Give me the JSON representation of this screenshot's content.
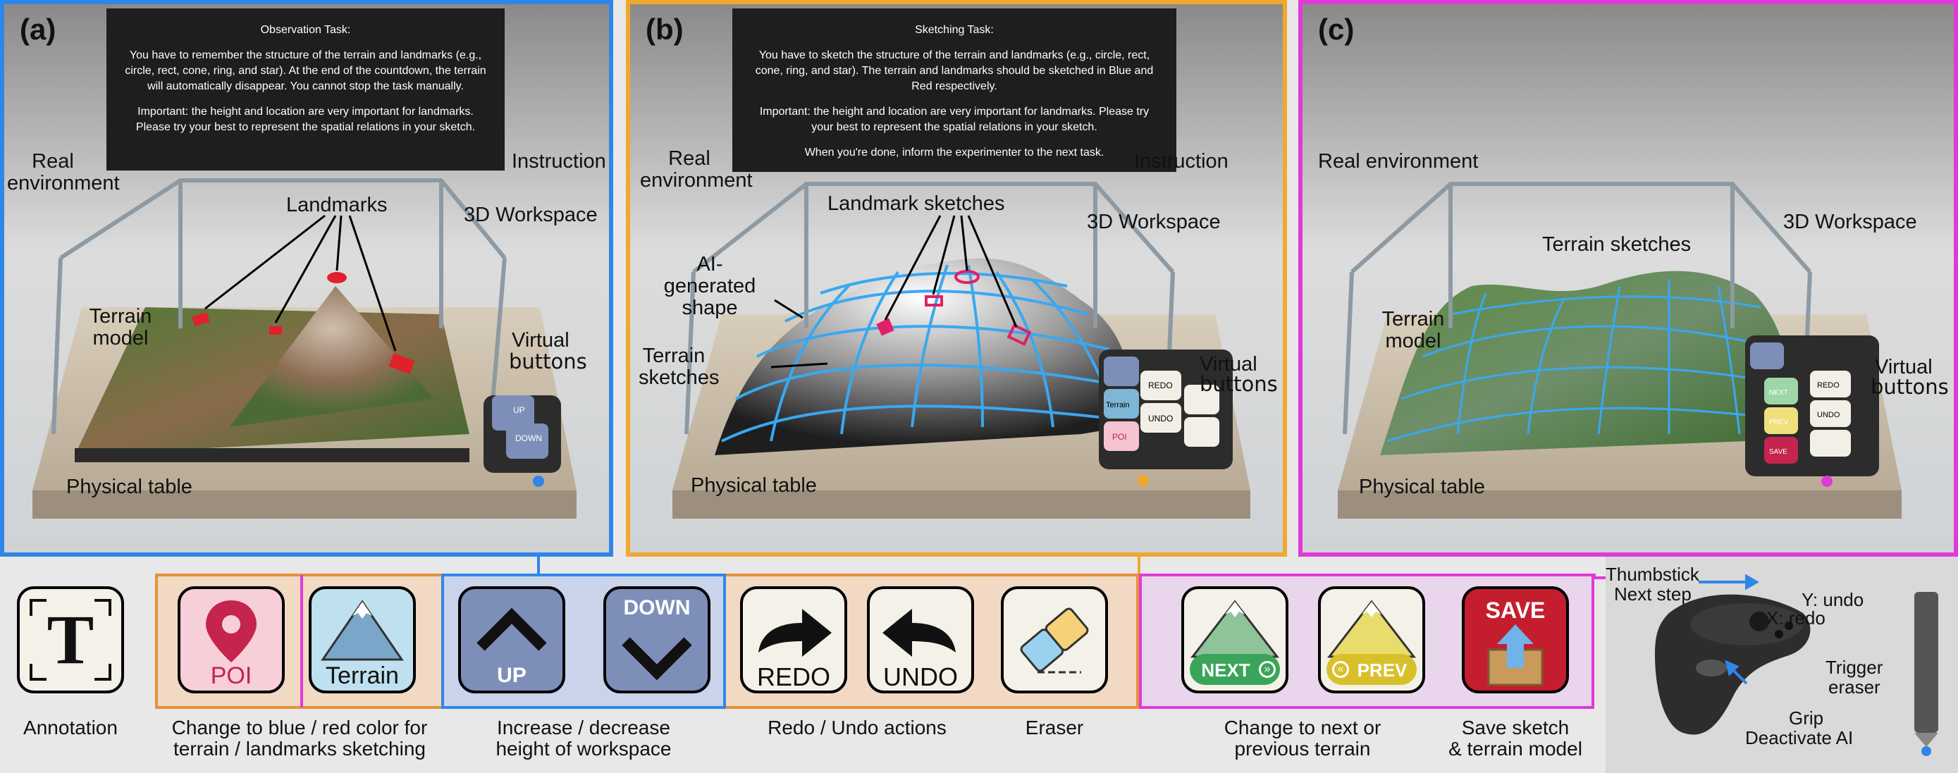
{
  "panels": [
    {
      "label": "(a)",
      "instruction": {
        "title": "Observation Task:",
        "body": "You have to remember the structure of the terrain and landmarks (e.g., circle, rect, cone, ring, and star). At the end of the countdown, the terrain will automatically disappear. You cannot stop the task manually.",
        "note": "Important: the height and location are very important for landmarks. Please try your best to represent the spatial relations in your sketch."
      },
      "annotations": {
        "real_env": "Real environment",
        "instruction": "Instruction",
        "landmarks": "Landmarks",
        "workspace": "3D Workspace",
        "terrain_model": "Terrain model",
        "virtual_buttons_1": "Virtual",
        "virtual_buttons_2": "buttons",
        "table": "Physical table"
      },
      "mini_buttons": [
        "UP",
        "DOWN"
      ]
    },
    {
      "label": "(b)",
      "instruction": {
        "title": "Sketching Task:",
        "body": "You have to sketch the structure of the terrain and landmarks (e.g., circle, rect, cone, ring, and star). The terrain and landmarks should be sketched in Blue and Red respectively.",
        "note": "Important: the height and location are very important for landmarks. Please try your best to represent the spatial relations in your sketch.",
        "done": "When you're done, inform the experimenter to the next task."
      },
      "annotations": {
        "real_env": "Real environment",
        "instruction": "Instruction",
        "landmark_sketches": "Landmark sketches",
        "workspace": "3D Workspace",
        "ai_shape": "AI-generated shape",
        "terrain_sketches": "Terrain sketches",
        "virtual_buttons_1": "Virtual",
        "virtual_buttons_2": "buttons",
        "table": "Physical table"
      },
      "mini_buttons": [
        "REDO",
        "UNDO",
        "Terrain",
        "POI"
      ]
    },
    {
      "label": "(c)",
      "annotations": {
        "real_env": "Real environment",
        "terrain_sketches": "Terrain sketches",
        "workspace": "3D Workspace",
        "terrain_model": "Terrain model",
        "virtual_buttons_1": "Virtual",
        "virtual_buttons_2": "buttons",
        "table": "Physical table"
      },
      "mini_buttons": [
        "NEXT",
        "PREV",
        "SAVE",
        "REDO",
        "UNDO"
      ]
    }
  ],
  "buttons": [
    {
      "name": "annotation",
      "glyph": "T",
      "caption": "Annotation"
    },
    {
      "name": "poi",
      "label": "POI"
    },
    {
      "name": "terrain",
      "label": "Terrain"
    },
    {
      "name": "up",
      "label": "UP"
    },
    {
      "name": "down",
      "label": "DOWN"
    },
    {
      "name": "redo",
      "label": "REDO"
    },
    {
      "name": "undo",
      "label": "UNDO"
    },
    {
      "name": "eraser",
      "caption": "Eraser"
    },
    {
      "name": "next",
      "label": "NEXT"
    },
    {
      "name": "prev",
      "label": "PREV"
    },
    {
      "name": "save",
      "label": "SAVE"
    }
  ],
  "captions": {
    "color": "Change to blue / red color for terrain / landmarks sketching",
    "color_1": "Change to blue / red color for",
    "color_2": "terrain / landmarks sketching",
    "height_1": "Increase / decrease",
    "height_2": "height of workspace",
    "redo_undo": "Redo / Undo actions",
    "terrain_1": "Change to next or",
    "terrain_2": "previous terrain",
    "save_1": "Save sketch",
    "save_2": "& terrain model"
  },
  "controller": {
    "thumbstick": "Thumbstick",
    "next_step": "Next step",
    "y_undo": "Y: undo",
    "x_redo": "X: redo",
    "trigger": "Trigger",
    "eraser": "eraser",
    "grip": "Grip",
    "deactivate_ai": "Deactivate AI"
  },
  "colors": {
    "panel_a": "#2f86e8",
    "panel_b": "#f0a830",
    "panel_c": "#e03ad8",
    "sketch_blue": "#39a8f0",
    "landmark_red": "#e0206a",
    "bg_orange": "#f1d9c3",
    "bg_purple": "#ead6ec"
  }
}
